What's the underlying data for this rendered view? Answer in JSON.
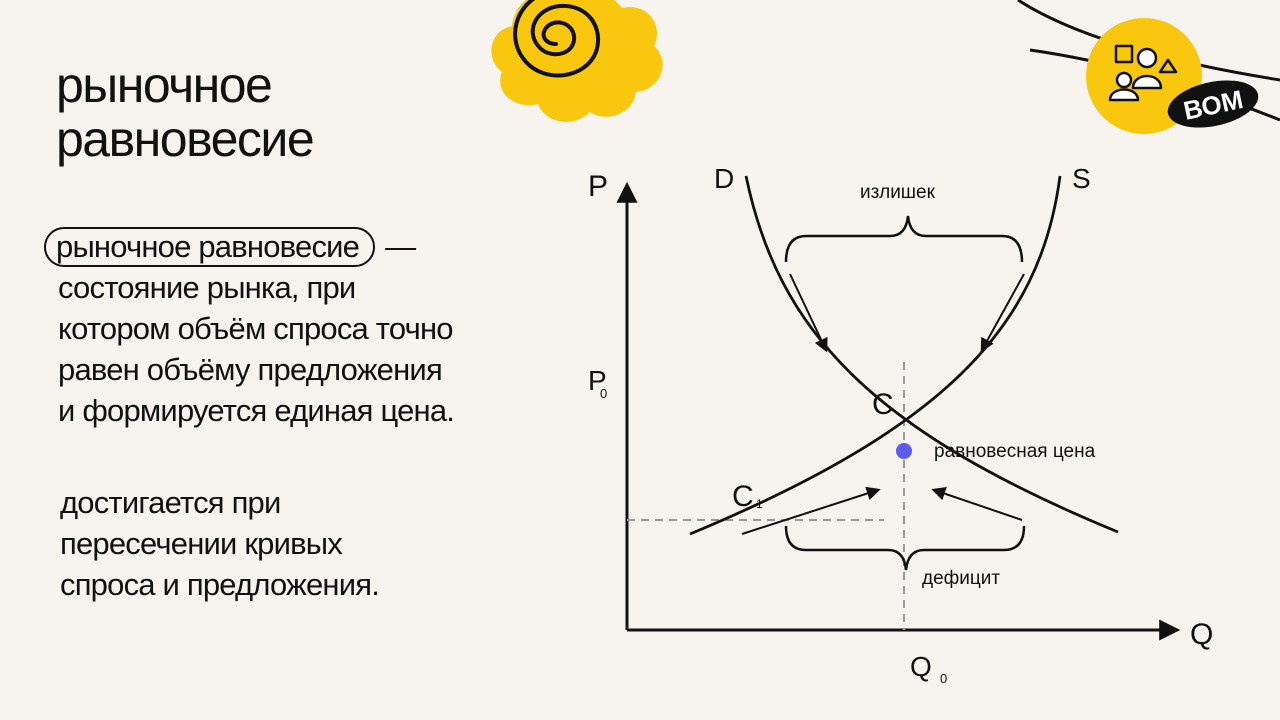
{
  "slide": {
    "title_lines": [
      "рыночное",
      "равновесие"
    ],
    "definition": {
      "term": "рыночное равновесие",
      "dash": "—",
      "lines": [
        "состояние рынка, при",
        "котором объём спроса точно",
        "равен объёму предложения",
        "и формируется единая цена."
      ]
    },
    "note_lines": [
      "достигается при",
      "пересечении кривых",
      "спроса и предложения."
    ]
  },
  "diagram": {
    "axis_y_label": "P",
    "axis_x_label": "Q",
    "p0_label": "P",
    "p0_sub": "0",
    "q0_label": "Q",
    "q0_sub": "0",
    "demand_label": "D",
    "supply_label": "S",
    "equilibrium_label": "C",
    "c1_label": "C",
    "c1_sub": "1",
    "surplus_label": "излишек",
    "deficit_label": "дефицит",
    "equilibrium_price_label": "равновесная цена",
    "equilibrium_point_color": "#5b5bf0"
  },
  "logo": {
    "text": "ВОМ"
  },
  "colors": {
    "background": "#f7f3ef",
    "accent_yellow": "#f9c80e",
    "ink": "#111111"
  }
}
